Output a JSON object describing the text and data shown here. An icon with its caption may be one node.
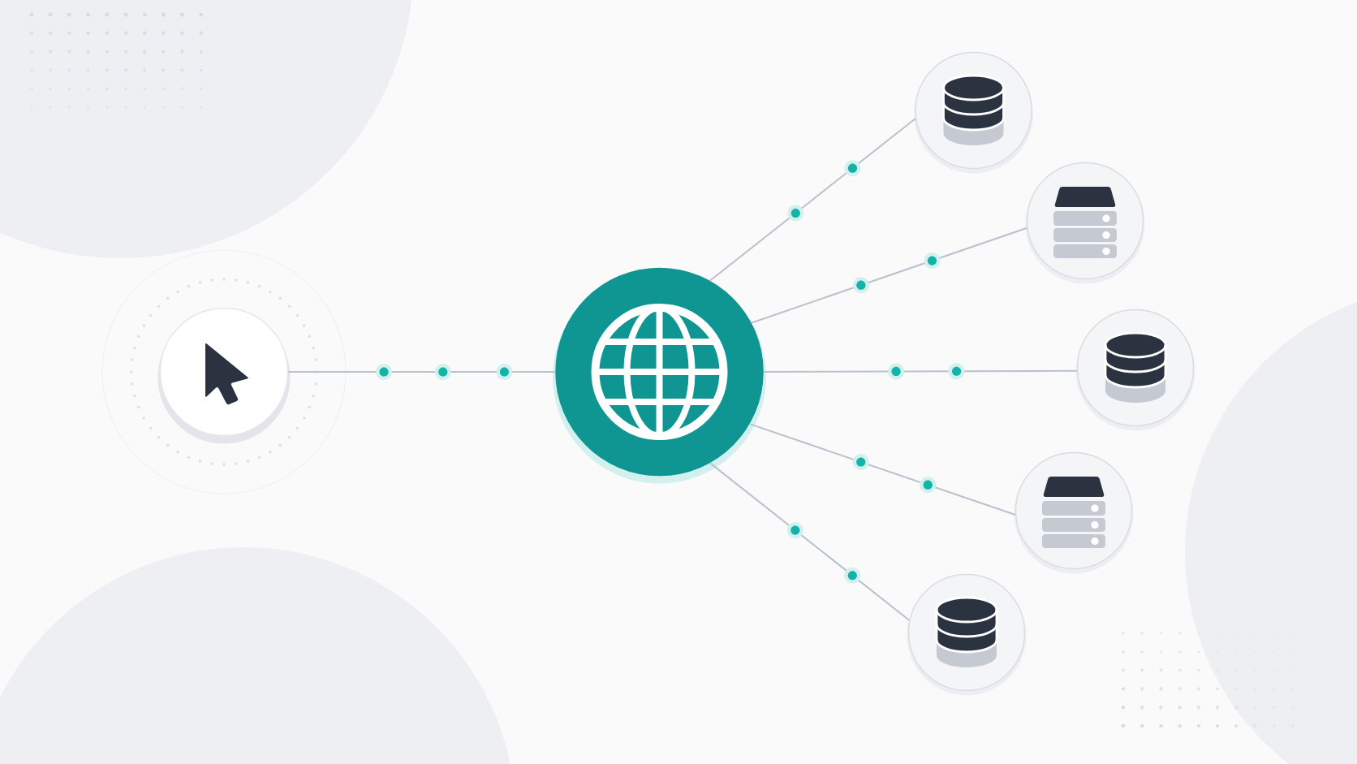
{
  "diagram": {
    "nodes": [
      {
        "text": [],
        "shape": "circle"
      },
      {
        "text": [],
        "shape": "circle"
      },
      {
        "text": [],
        "shape": "circle"
      },
      {
        "text": [],
        "shape": "circle"
      },
      {
        "text": [],
        "shape": "circle"
      },
      {
        "text": [],
        "shape": "circle"
      },
      {
        "text": [],
        "shape": "circle"
      }
    ],
    "edges": [
      {
        "from": 0,
        "to": 1,
        "arrow": "none"
      },
      {
        "from": 1,
        "to": 2,
        "arrow": "none"
      },
      {
        "from": 1,
        "to": 3,
        "arrow": "none"
      },
      {
        "from": 1,
        "to": 4,
        "arrow": "none"
      },
      {
        "from": 1,
        "to": 5,
        "arrow": "none"
      },
      {
        "from": 1,
        "to": 6,
        "arrow": "none"
      }
    ]
  }
}
